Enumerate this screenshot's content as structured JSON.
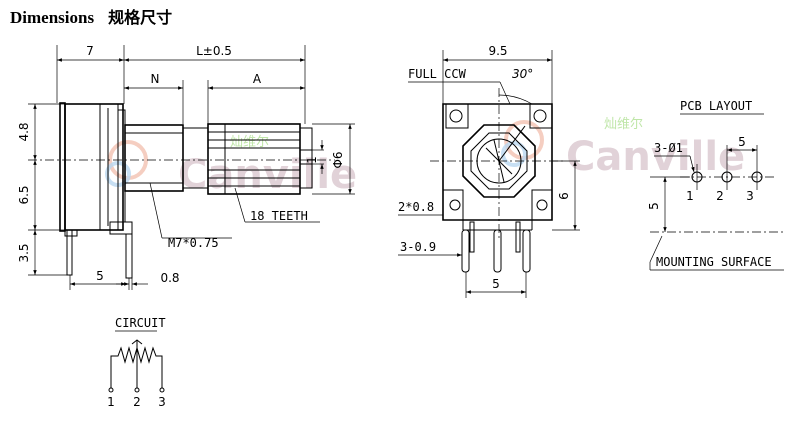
{
  "header": {
    "title": "Dimensions",
    "title_zh": "规格尺寸"
  },
  "side_view": {
    "dim_body": "7",
    "dim_length": "L±0.5",
    "dim_n": "N",
    "dim_a": "A",
    "dim_4_8": "4.8",
    "dim_6_5": "6.5",
    "dim_3_5": "3.5",
    "dim_5": "5",
    "dim_0_8": "0.8",
    "dim_1": "1",
    "dim_phi6": "Φ6",
    "label_thread": "M7*0.75",
    "label_teeth": "18 TEETH"
  },
  "front_view": {
    "dim_9_5": "9.5",
    "label_rotation": "FULL CCW",
    "angle": "30°",
    "dim_2x0_8": "2*0.8",
    "dim_6": "6",
    "dim_3_0_9": "3-0.9",
    "dim_5": "5"
  },
  "pcb_layout": {
    "title": "PCB LAYOUT",
    "hole_label": "3-Ø1",
    "dim_5_h": "5",
    "dim_5_v": "5",
    "pins": [
      "1",
      "2",
      "3"
    ],
    "label_surface": "MOUNTING SURFACE"
  },
  "circuit": {
    "title": "CIRCUIT",
    "pins": [
      "1",
      "2",
      "3"
    ]
  },
  "watermark": {
    "brand": "Canville",
    "brand_zh": "灿维尔"
  },
  "colors": {
    "line": "#000000",
    "watermark": "#d7c3cb",
    "watermark_zh": "#bfe6a8"
  }
}
